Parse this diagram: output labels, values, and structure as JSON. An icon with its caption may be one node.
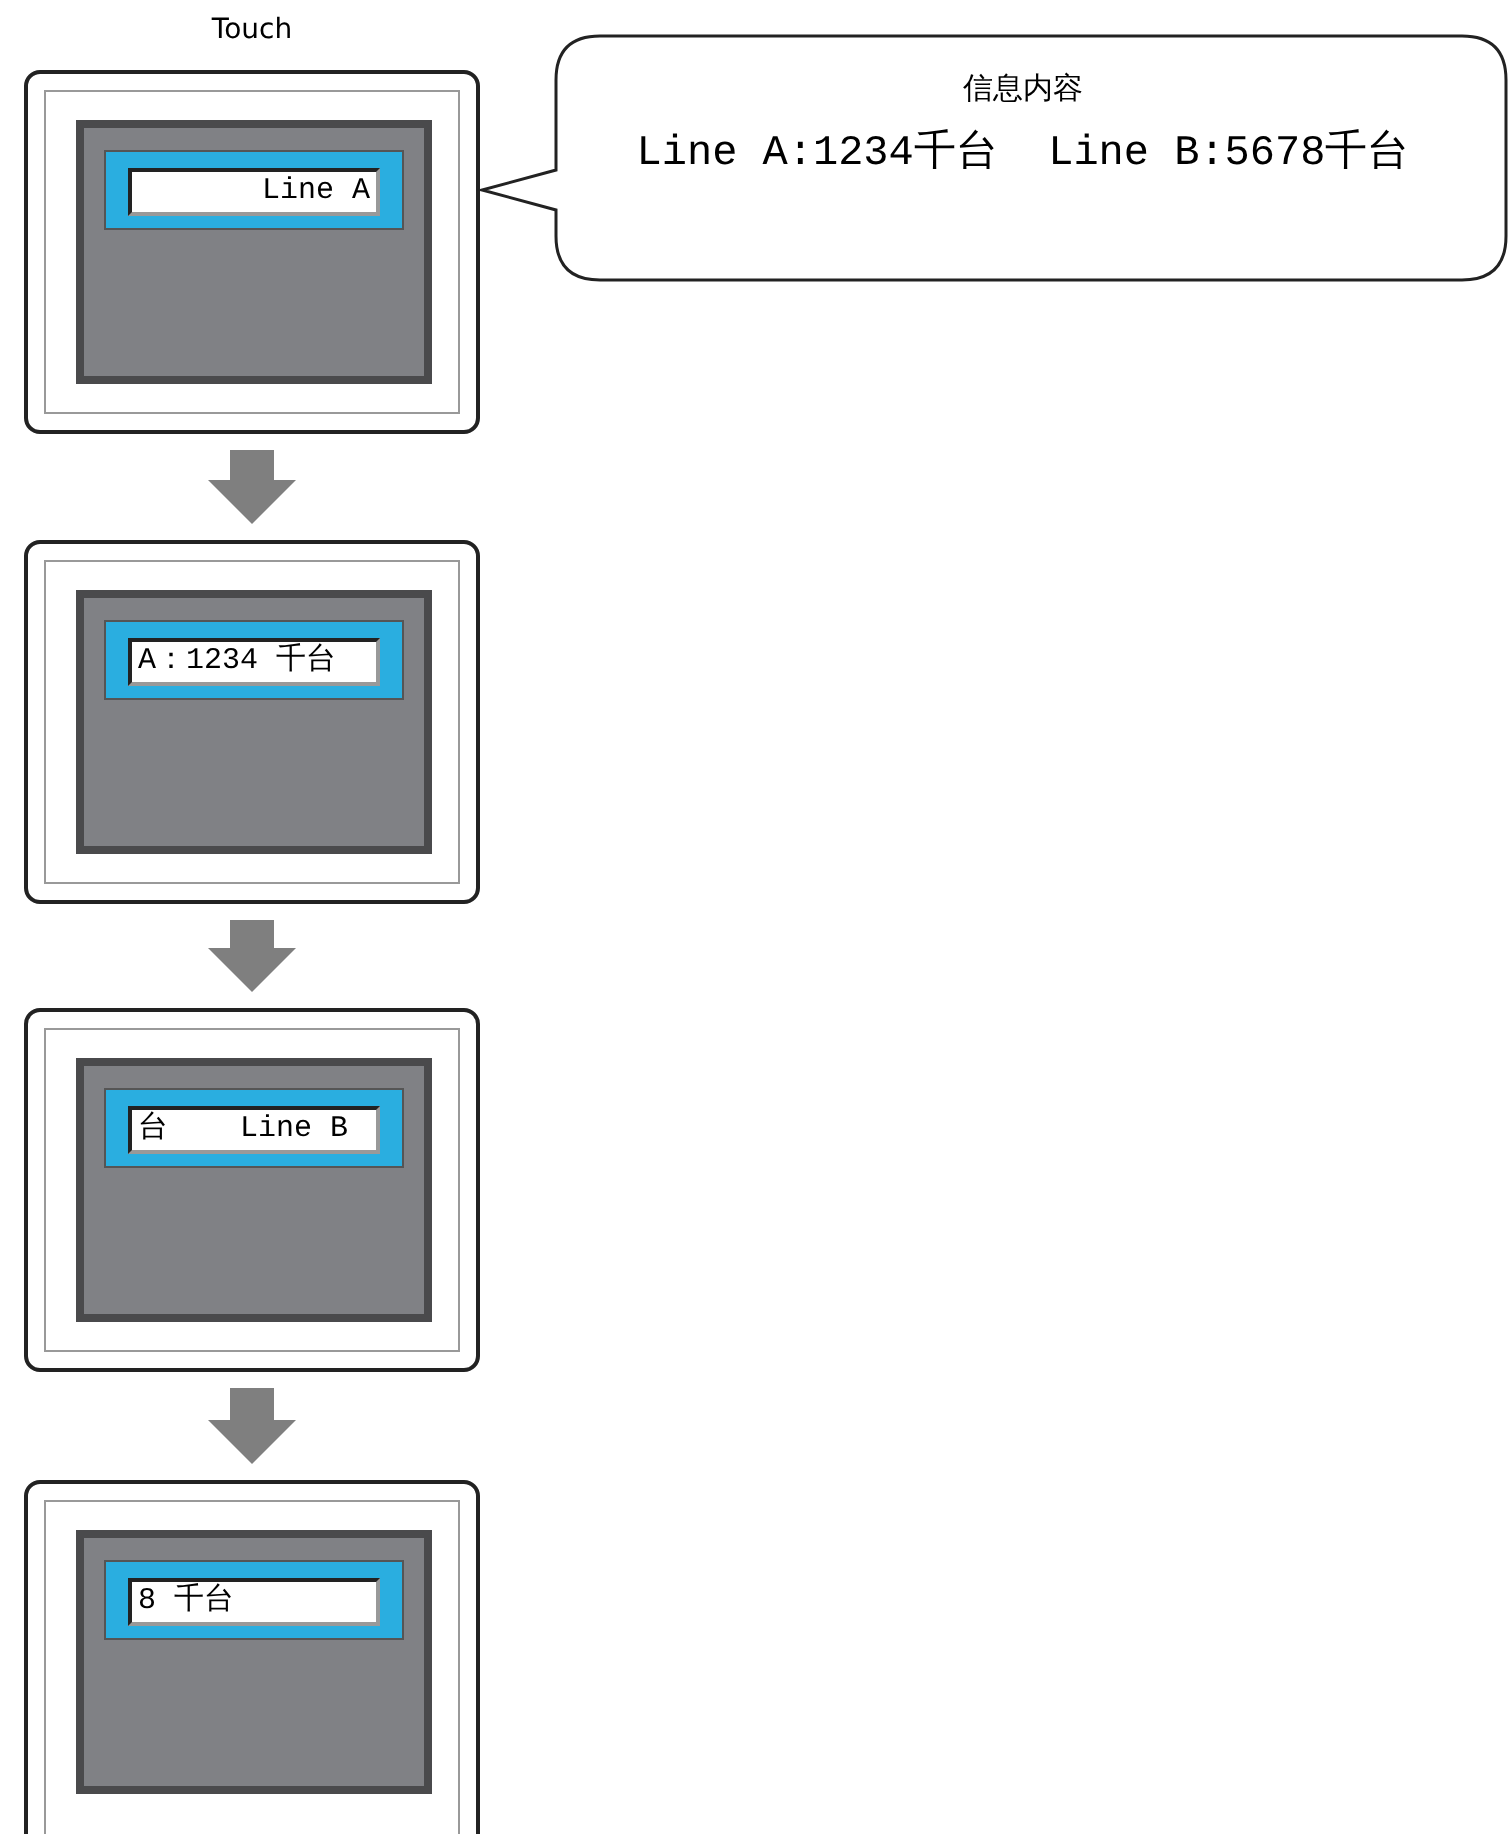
{
  "diagram": {
    "nodes": [
      {
        "text": [],
        "shape": "box",
        "beside": [
          "Touch"
        ]
      },
      {
        "text": [
          "Line A"
        ],
        "in": 0
      },
      {
        "text": [],
        "shape": "box"
      },
      {
        "text": [
          "A：1234 千台"
        ],
        "in": 2
      },
      {
        "text": [],
        "shape": "box"
      },
      {
        "text": [
          "台    Line B"
        ],
        "in": 4
      },
      {
        "text": [],
        "shape": "box"
      },
      {
        "text": [
          "8 千台"
        ],
        "in": 6
      },
      {
        "text": [
          "信息内容",
          "Line A:1234千台  Line B:5678千台"
        ]
      }
    ],
    "edges": [
      {
        "from": 0,
        "to": 2,
        "arrow": "to"
      },
      {
        "from": 2,
        "to": 4,
        "arrow": "to"
      },
      {
        "from": 4,
        "to": 6,
        "arrow": "to"
      }
    ]
  }
}
